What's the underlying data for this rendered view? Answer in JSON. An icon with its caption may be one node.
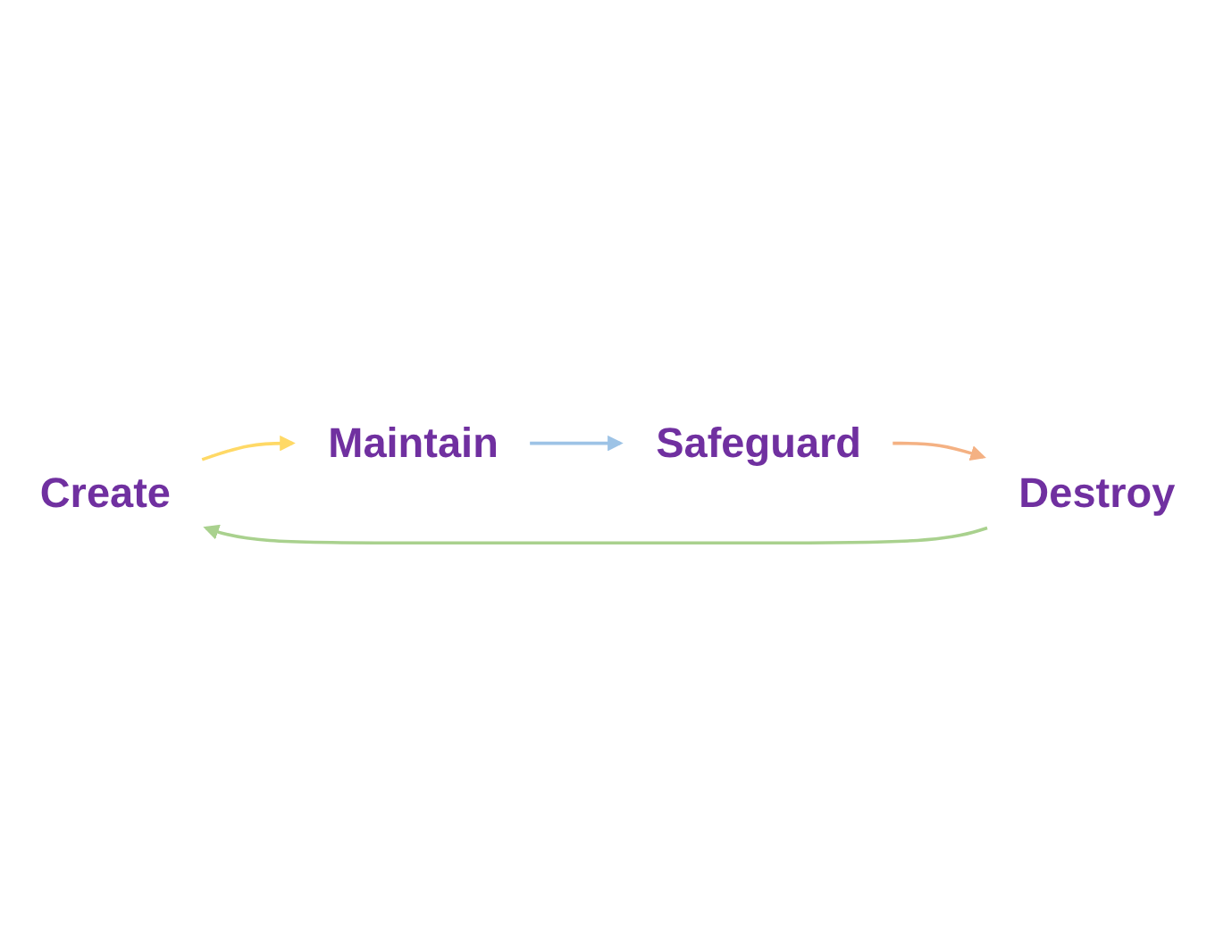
{
  "diagram": {
    "nodes": [
      {
        "text": [
          "Create"
        ]
      },
      {
        "text": [
          "Maintain"
        ]
      },
      {
        "text": [
          "Safeguard"
        ]
      },
      {
        "text": [
          "Destroy"
        ]
      }
    ],
    "edges": [
      {
        "from": 0,
        "to": 1,
        "arrow": "to",
        "color": "#ffd966"
      },
      {
        "from": 1,
        "to": 2,
        "arrow": "to",
        "color": "#9dc3e6"
      },
      {
        "from": 2,
        "to": 3,
        "arrow": "to",
        "color": "#f4b183"
      },
      {
        "from": 3,
        "to": 0,
        "arrow": "to",
        "color": "#a9d18e"
      }
    ]
  }
}
